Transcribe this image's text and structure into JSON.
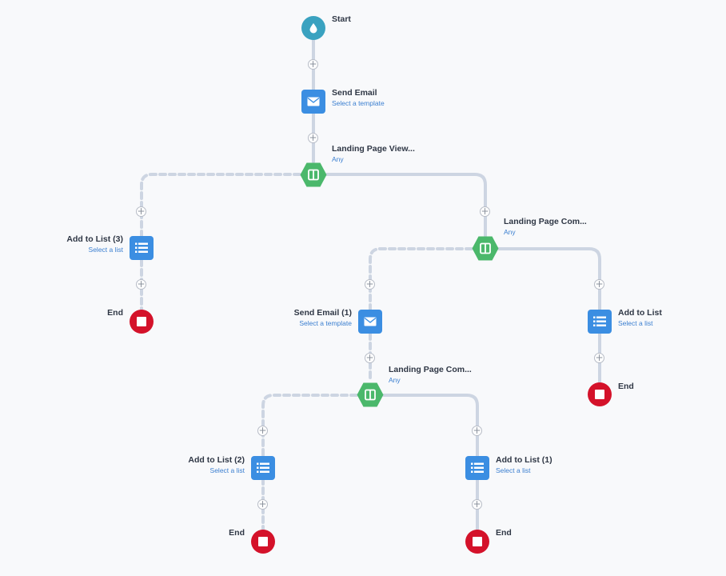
{
  "nodes": {
    "start": {
      "title": "Start"
    },
    "send_email": {
      "title": "Send Email",
      "subtitle": "Select a template"
    },
    "landing_view": {
      "title": "Landing Page View...",
      "subtitle": "Any"
    },
    "add_list_3": {
      "title": "Add to List (3)",
      "subtitle": "Select a list"
    },
    "end_a": {
      "title": "End"
    },
    "landing_com_1": {
      "title": "Landing Page Com...",
      "subtitle": "Any"
    },
    "send_email_1": {
      "title": "Send Email (1)",
      "subtitle": "Select a template"
    },
    "add_list": {
      "title": "Add to List",
      "subtitle": "Select a list"
    },
    "end_b": {
      "title": "End"
    },
    "landing_com_2": {
      "title": "Landing Page Com...",
      "subtitle": "Any"
    },
    "add_list_2": {
      "title": "Add to List (2)",
      "subtitle": "Select a list"
    },
    "add_list_1": {
      "title": "Add to List (1)",
      "subtitle": "Select a list"
    },
    "end_c": {
      "title": "End"
    },
    "end_d": {
      "title": "End"
    }
  },
  "icons": {
    "start": "droplet-icon",
    "email": "envelope-icon",
    "rule": "split-icon",
    "list": "list-icon",
    "end": "stop-icon",
    "add_step": "plus-icon"
  },
  "colors": {
    "start": "#3aa2c0",
    "action": "#3b8ee2",
    "rule": "#4bb86b",
    "end": "#d4122a",
    "wire": "#cdd5e2",
    "link": "#3b7fd0"
  },
  "add_step_glyph": "+"
}
